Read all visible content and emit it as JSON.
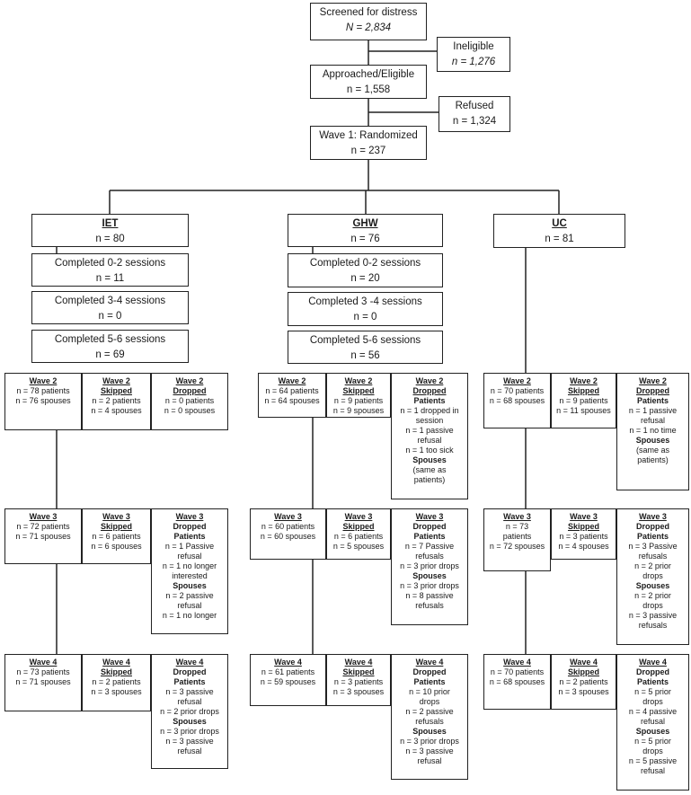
{
  "boxes": [
    {
      "id": "screened",
      "lines": [
        {
          "t": "Screened for distress"
        },
        {
          "t": "N = 2,834",
          "s": "i"
        }
      ],
      "size": "big"
    },
    {
      "id": "ineligible",
      "lines": [
        {
          "t": "Ineligible"
        },
        {
          "t": "n = 1,276",
          "s": "i"
        }
      ],
      "size": "big"
    },
    {
      "id": "approached",
      "lines": [
        {
          "t": "Approached/Eligible"
        },
        {
          "t": "n = 1,558"
        }
      ],
      "size": "big"
    },
    {
      "id": "refused",
      "lines": [
        {
          "t": "Refused"
        },
        {
          "t": "n = 1,324"
        }
      ],
      "size": "big"
    },
    {
      "id": "randomized",
      "lines": [
        {
          "t": "Wave 1: Randomized"
        },
        {
          "t": "n = 237"
        }
      ],
      "size": "big"
    },
    {
      "id": "iet",
      "lines": [
        {
          "t": "IET",
          "s": "u"
        },
        {
          "t": "n = 80"
        }
      ],
      "size": "big"
    },
    {
      "id": "ghw",
      "lines": [
        {
          "t": "GHW",
          "s": "u"
        },
        {
          "t": "n = 76"
        }
      ],
      "size": "big"
    },
    {
      "id": "uc",
      "lines": [
        {
          "t": "UC",
          "s": "u"
        },
        {
          "t": "n = 81"
        }
      ],
      "size": "big"
    },
    {
      "id": "iet-s1",
      "lines": [
        {
          "t": "Completed 0-2 sessions"
        },
        {
          "t": "n = 11"
        }
      ],
      "size": "big"
    },
    {
      "id": "iet-s2",
      "lines": [
        {
          "t": "Completed 3-4 sessions"
        },
        {
          "t": "n = 0"
        }
      ],
      "size": "big"
    },
    {
      "id": "iet-s3",
      "lines": [
        {
          "t": "Completed 5-6 sessions"
        },
        {
          "t": "n = 69"
        }
      ],
      "size": "big"
    },
    {
      "id": "ghw-s1",
      "lines": [
        {
          "t": "Completed 0-2 sessions"
        },
        {
          "t": "n = 20"
        }
      ],
      "size": "big"
    },
    {
      "id": "ghw-s2",
      "lines": [
        {
          "t": "Completed 3 -4 sessions"
        },
        {
          "t": "n = 0"
        }
      ],
      "size": "big"
    },
    {
      "id": "ghw-s3",
      "lines": [
        {
          "t": "Completed 5-6 sessions"
        },
        {
          "t": "n = 56"
        }
      ],
      "size": "big"
    },
    {
      "id": "iet-w2",
      "lines": [
        {
          "t": "Wave 2",
          "s": "u"
        },
        {
          "t": "n = 78 patients"
        },
        {
          "t": "n = 76 spouses"
        }
      ],
      "size": "sm"
    },
    {
      "id": "iet-w2s",
      "lines": [
        {
          "t": "Wave 2",
          "s": "u"
        },
        {
          "t": "Skipped",
          "s": "u"
        },
        {
          "t": "n = 2 patients"
        },
        {
          "t": "n = 4 spouses"
        }
      ],
      "size": "sm"
    },
    {
      "id": "iet-w2d",
      "lines": [
        {
          "t": "Wave 2",
          "s": "u"
        },
        {
          "t": "Dropped",
          "s": "u"
        },
        {
          "t": "n = 0 patients"
        },
        {
          "t": "n = 0 spouses"
        }
      ],
      "size": "sm"
    },
    {
      "id": "ghw-w2",
      "lines": [
        {
          "t": "Wave 2",
          "s": "u"
        },
        {
          "t": "n = 64 patients"
        },
        {
          "t": "n = 64 spouses"
        }
      ],
      "size": "sm"
    },
    {
      "id": "ghw-w2s",
      "lines": [
        {
          "t": "Wave 2",
          "s": "u"
        },
        {
          "t": "Skipped",
          "s": "u"
        },
        {
          "t": "n = 9 patients"
        },
        {
          "t": "n = 9 spouses"
        }
      ],
      "size": "sm"
    },
    {
      "id": "ghw-w2d",
      "lines": [
        {
          "t": "Wave 2",
          "s": "u"
        },
        {
          "t": "Dropped",
          "s": "u"
        },
        {
          "t": "Patients",
          "s": "b"
        },
        {
          "t": "n = 1 dropped in"
        },
        {
          "t": "session"
        },
        {
          "t": "n = 1 passive"
        },
        {
          "t": "refusal"
        },
        {
          "t": "n = 1 too sick"
        },
        {
          "t": "Spouses",
          "s": "b"
        },
        {
          "t": "(same as"
        },
        {
          "t": "patients)"
        }
      ],
      "size": "sm"
    },
    {
      "id": "uc-w2",
      "lines": [
        {
          "t": "Wave 2",
          "s": "u"
        },
        {
          "t": "n = 70 patients"
        },
        {
          "t": "n = 68 spouses"
        }
      ],
      "size": "sm"
    },
    {
      "id": "uc-w2s",
      "lines": [
        {
          "t": "Wave 2",
          "s": "u"
        },
        {
          "t": "Skipped",
          "s": "u"
        },
        {
          "t": "n = 9 patients"
        },
        {
          "t": "n = 11 spouses"
        }
      ],
      "size": "sm"
    },
    {
      "id": "uc-w2d",
      "lines": [
        {
          "t": "Wave 2",
          "s": "u"
        },
        {
          "t": "Dropped",
          "s": "u"
        },
        {
          "t": "Patients",
          "s": "b"
        },
        {
          "t": "n = 1 passive"
        },
        {
          "t": "refusal"
        },
        {
          "t": "n = 1 no time"
        },
        {
          "t": "Spouses",
          "s": "b"
        },
        {
          "t": "(same as"
        },
        {
          "t": "patients)"
        }
      ],
      "size": "sm"
    },
    {
      "id": "iet-w3",
      "lines": [
        {
          "t": "Wave 3",
          "s": "u"
        },
        {
          "t": "n = 72 patients"
        },
        {
          "t": "n = 71 spouses"
        }
      ],
      "size": "sm"
    },
    {
      "id": "iet-w3s",
      "lines": [
        {
          "t": "Wave 3",
          "s": "u"
        },
        {
          "t": "Skipped",
          "s": "u"
        },
        {
          "t": "n = 6 patients"
        },
        {
          "t": "n = 6 spouses"
        }
      ],
      "size": "sm"
    },
    {
      "id": "iet-w3d",
      "lines": [
        {
          "t": "Wave 3",
          "s": "u"
        },
        {
          "t": "Dropped",
          "s": "b"
        },
        {
          "t": "Patients",
          "s": "b"
        },
        {
          "t": "n = 1 Passive"
        },
        {
          "t": "refusal"
        },
        {
          "t": "n = 1 no longer"
        },
        {
          "t": "interested"
        },
        {
          "t": "Spouses",
          "s": "b"
        },
        {
          "t": "n = 2 passive"
        },
        {
          "t": "refusal"
        },
        {
          "t": "n = 1 no longer"
        }
      ],
      "size": "sm"
    },
    {
      "id": "ghw-w3",
      "lines": [
        {
          "t": "Wave 3",
          "s": "u"
        },
        {
          "t": "n = 60 patients"
        },
        {
          "t": "n = 60 spouses"
        }
      ],
      "size": "sm"
    },
    {
      "id": "ghw-w3s",
      "lines": [
        {
          "t": "Wave 3",
          "s": "u"
        },
        {
          "t": "Skipped",
          "s": "u"
        },
        {
          "t": "n = 6 patients"
        },
        {
          "t": "n = 5 spouses"
        }
      ],
      "size": "sm"
    },
    {
      "id": "ghw-w3d",
      "lines": [
        {
          "t": "Wave 3",
          "s": "u"
        },
        {
          "t": "Dropped",
          "s": "b"
        },
        {
          "t": "Patients",
          "s": "b"
        },
        {
          "t": "n = 7 Passive"
        },
        {
          "t": "refusals"
        },
        {
          "t": "n = 3 prior drops"
        },
        {
          "t": "Spouses",
          "s": "b"
        },
        {
          "t": "n = 3 prior drops"
        },
        {
          "t": "n = 8 passive"
        },
        {
          "t": "refusals"
        }
      ],
      "size": "sm"
    },
    {
      "id": "uc-w3",
      "lines": [
        {
          "t": "Wave 3",
          "s": "u"
        },
        {
          "t": "n = 73"
        },
        {
          "t": "patients"
        },
        {
          "t": "n = 72 spouses"
        }
      ],
      "size": "sm"
    },
    {
      "id": "uc-w3s",
      "lines": [
        {
          "t": "Wave 3",
          "s": "u"
        },
        {
          "t": "Skipped",
          "s": "u"
        },
        {
          "t": "n = 3 patients"
        },
        {
          "t": "n = 4  spouses"
        }
      ],
      "size": "sm"
    },
    {
      "id": "uc-w3d",
      "lines": [
        {
          "t": "Wave 3",
          "s": "u"
        },
        {
          "t": "Dropped",
          "s": "b"
        },
        {
          "t": "Patients",
          "s": "b"
        },
        {
          "t": "n = 3 Passive"
        },
        {
          "t": "refusals"
        },
        {
          "t": "n = 2 prior"
        },
        {
          "t": "drops"
        },
        {
          "t": "Spouses",
          "s": "b"
        },
        {
          "t": "n = 2 prior"
        },
        {
          "t": "drops"
        },
        {
          "t": "n = 3 passive"
        },
        {
          "t": "refusals"
        }
      ],
      "size": "sm"
    },
    {
      "id": "iet-w4",
      "lines": [
        {
          "t": "Wave 4",
          "s": "u"
        },
        {
          "t": "n = 73 patients"
        },
        {
          "t": "n = 71 spouses"
        }
      ],
      "size": "sm"
    },
    {
      "id": "iet-w4s",
      "lines": [
        {
          "t": "Wave 4",
          "s": "u"
        },
        {
          "t": "Skipped",
          "s": "u"
        },
        {
          "t": "n = 2 patients"
        },
        {
          "t": "n = 3 spouses"
        }
      ],
      "size": "sm"
    },
    {
      "id": "iet-w4d",
      "lines": [
        {
          "t": "Wave 4",
          "s": "u"
        },
        {
          "t": "Dropped",
          "s": "b"
        },
        {
          "t": "Patients",
          "s": "b"
        },
        {
          "t": "n = 3 passive"
        },
        {
          "t": "refusal"
        },
        {
          "t": "n = 2 prior drops"
        },
        {
          "t": "Spouses",
          "s": "b"
        },
        {
          "t": "n = 3 prior drops"
        },
        {
          "t": "n = 3 passive"
        },
        {
          "t": "refusal"
        }
      ],
      "size": "sm"
    },
    {
      "id": "ghw-w4",
      "lines": [
        {
          "t": "Wave 4",
          "s": "u"
        },
        {
          "t": "n = 61 patients"
        },
        {
          "t": "n = 59 spouses"
        }
      ],
      "size": "sm"
    },
    {
      "id": "ghw-w4s",
      "lines": [
        {
          "t": "Wave 4",
          "s": "u"
        },
        {
          "t": "Skipped",
          "s": "u"
        },
        {
          "t": "n = 3 patients"
        },
        {
          "t": "n = 3 spouses"
        }
      ],
      "size": "sm"
    },
    {
      "id": "ghw-w4d",
      "lines": [
        {
          "t": "Wave 4",
          "s": "u"
        },
        {
          "t": "Dropped",
          "s": "b"
        },
        {
          "t": "Patients",
          "s": "b"
        },
        {
          "t": "n = 10 prior"
        },
        {
          "t": "drops"
        },
        {
          "t": "n = 2 passive"
        },
        {
          "t": "refusals"
        },
        {
          "t": "Spouses",
          "s": "b"
        },
        {
          "t": "n = 3 prior drops"
        },
        {
          "t": "n = 3 passive"
        },
        {
          "t": "refusal"
        }
      ],
      "size": "sm"
    },
    {
      "id": "uc-w4",
      "lines": [
        {
          "t": "Wave 4",
          "s": "u"
        },
        {
          "t": "n = 70 patients"
        },
        {
          "t": "n = 68 spouses"
        }
      ],
      "size": "sm"
    },
    {
      "id": "uc-w4s",
      "lines": [
        {
          "t": "Wave 4",
          "s": "u"
        },
        {
          "t": "Skipped",
          "s": "u"
        },
        {
          "t": "n = 2 patients"
        },
        {
          "t": "n = 3  spouses"
        }
      ],
      "size": "sm"
    },
    {
      "id": "uc-w4d",
      "lines": [
        {
          "t": "Wave 4",
          "s": "u"
        },
        {
          "t": "Dropped",
          "s": "b"
        },
        {
          "t": "Patients",
          "s": "b"
        },
        {
          "t": "n = 5 prior"
        },
        {
          "t": "drops"
        },
        {
          "t": "n = 4 passive"
        },
        {
          "t": "refusal"
        },
        {
          "t": "Spouses",
          "s": "b"
        },
        {
          "t": "n = 5 prior"
        },
        {
          "t": "drops"
        },
        {
          "t": "n = 5 passive"
        },
        {
          "t": "refusal"
        }
      ],
      "size": "sm"
    }
  ]
}
